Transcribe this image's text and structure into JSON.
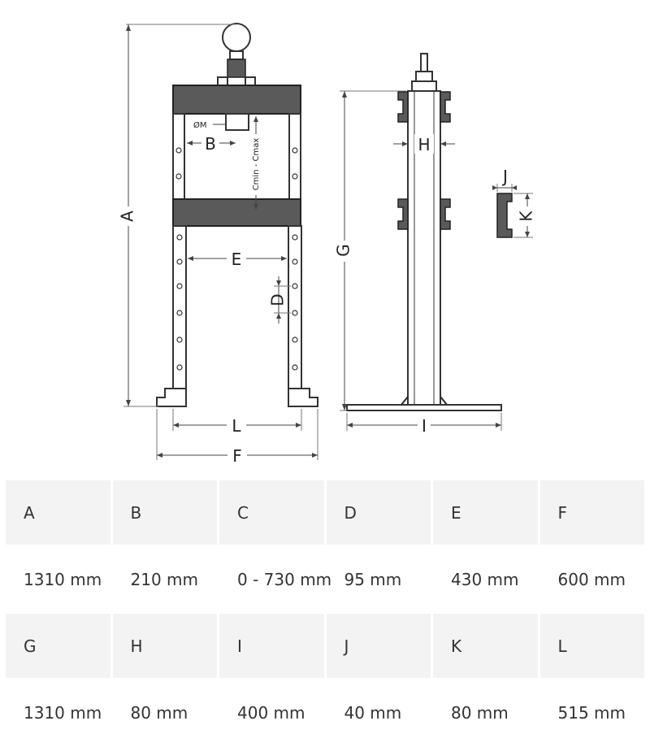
{
  "diagram": {
    "labels": {
      "a": "A",
      "b": "B",
      "c": "Cmin - Cmax",
      "d": "D",
      "e": "E",
      "f": "F",
      "g": "G",
      "h": "H",
      "i": "I",
      "j": "J",
      "k": "K",
      "l": "L",
      "m": "ØM"
    }
  },
  "table": {
    "rows": [
      {
        "kind": "head",
        "cells": [
          "A",
          "B",
          "C",
          "D",
          "E",
          "F"
        ]
      },
      {
        "kind": "vals",
        "cells": [
          "1310 mm",
          "210 mm",
          "0 - 730 mm",
          "95 mm",
          "430 mm",
          "600 mm"
        ]
      },
      {
        "kind": "head",
        "cells": [
          "G",
          "H",
          "I",
          "J",
          "K",
          "L"
        ]
      },
      {
        "kind": "vals",
        "cells": [
          "1310 mm",
          "80 mm",
          "400 mm",
          "40 mm",
          "80 mm",
          "515 mm"
        ]
      }
    ]
  }
}
